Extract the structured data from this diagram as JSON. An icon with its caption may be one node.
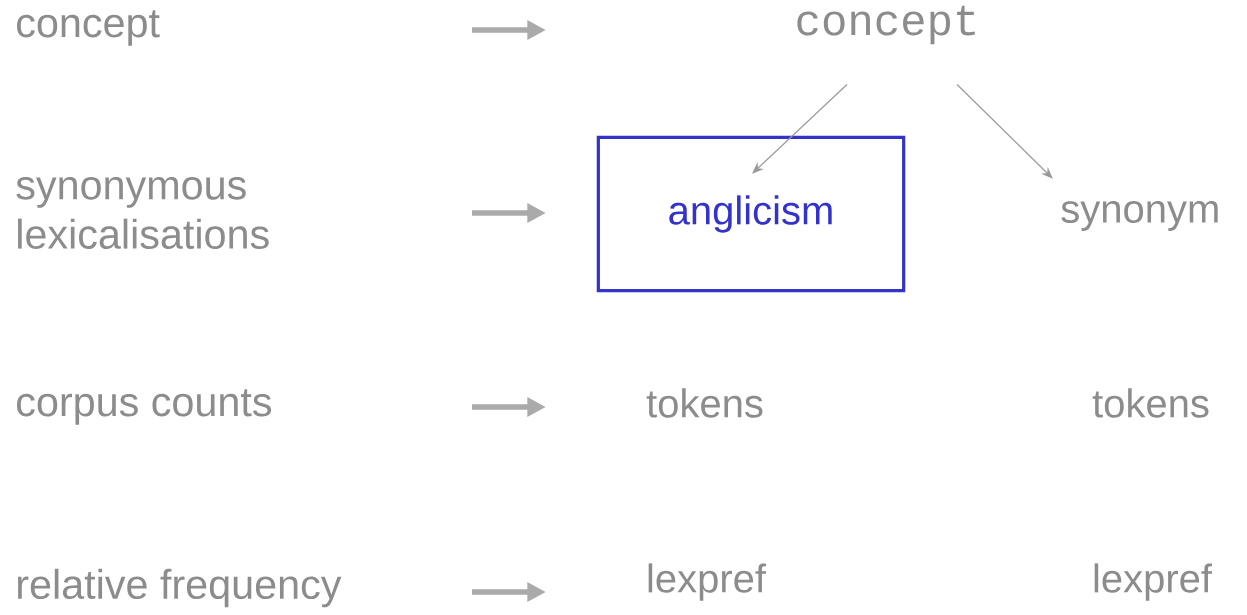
{
  "diagram": {
    "nodes": [
      {
        "text": [
          "concept"
        ]
      },
      {
        "text": [
          "synonymous lexicalisations"
        ]
      },
      {
        "text": [
          "corpus counts"
        ]
      },
      {
        "text": [
          "relative frequency"
        ]
      },
      {
        "text": [
          "concept"
        ]
      },
      {
        "text": [
          "anglicism"
        ]
      },
      {
        "text": [
          "synonym"
        ]
      },
      {
        "text": [
          "tokens"
        ]
      },
      {
        "text": [
          "tokens"
        ]
      },
      {
        "text": [
          "lexpref"
        ]
      },
      {
        "text": [
          "lexpref"
        ]
      }
    ],
    "edges": [
      {
        "from": 4,
        "to": 5,
        "arrow": "to"
      },
      {
        "from": 4,
        "to": 6,
        "arrow": "to"
      }
    ]
  }
}
